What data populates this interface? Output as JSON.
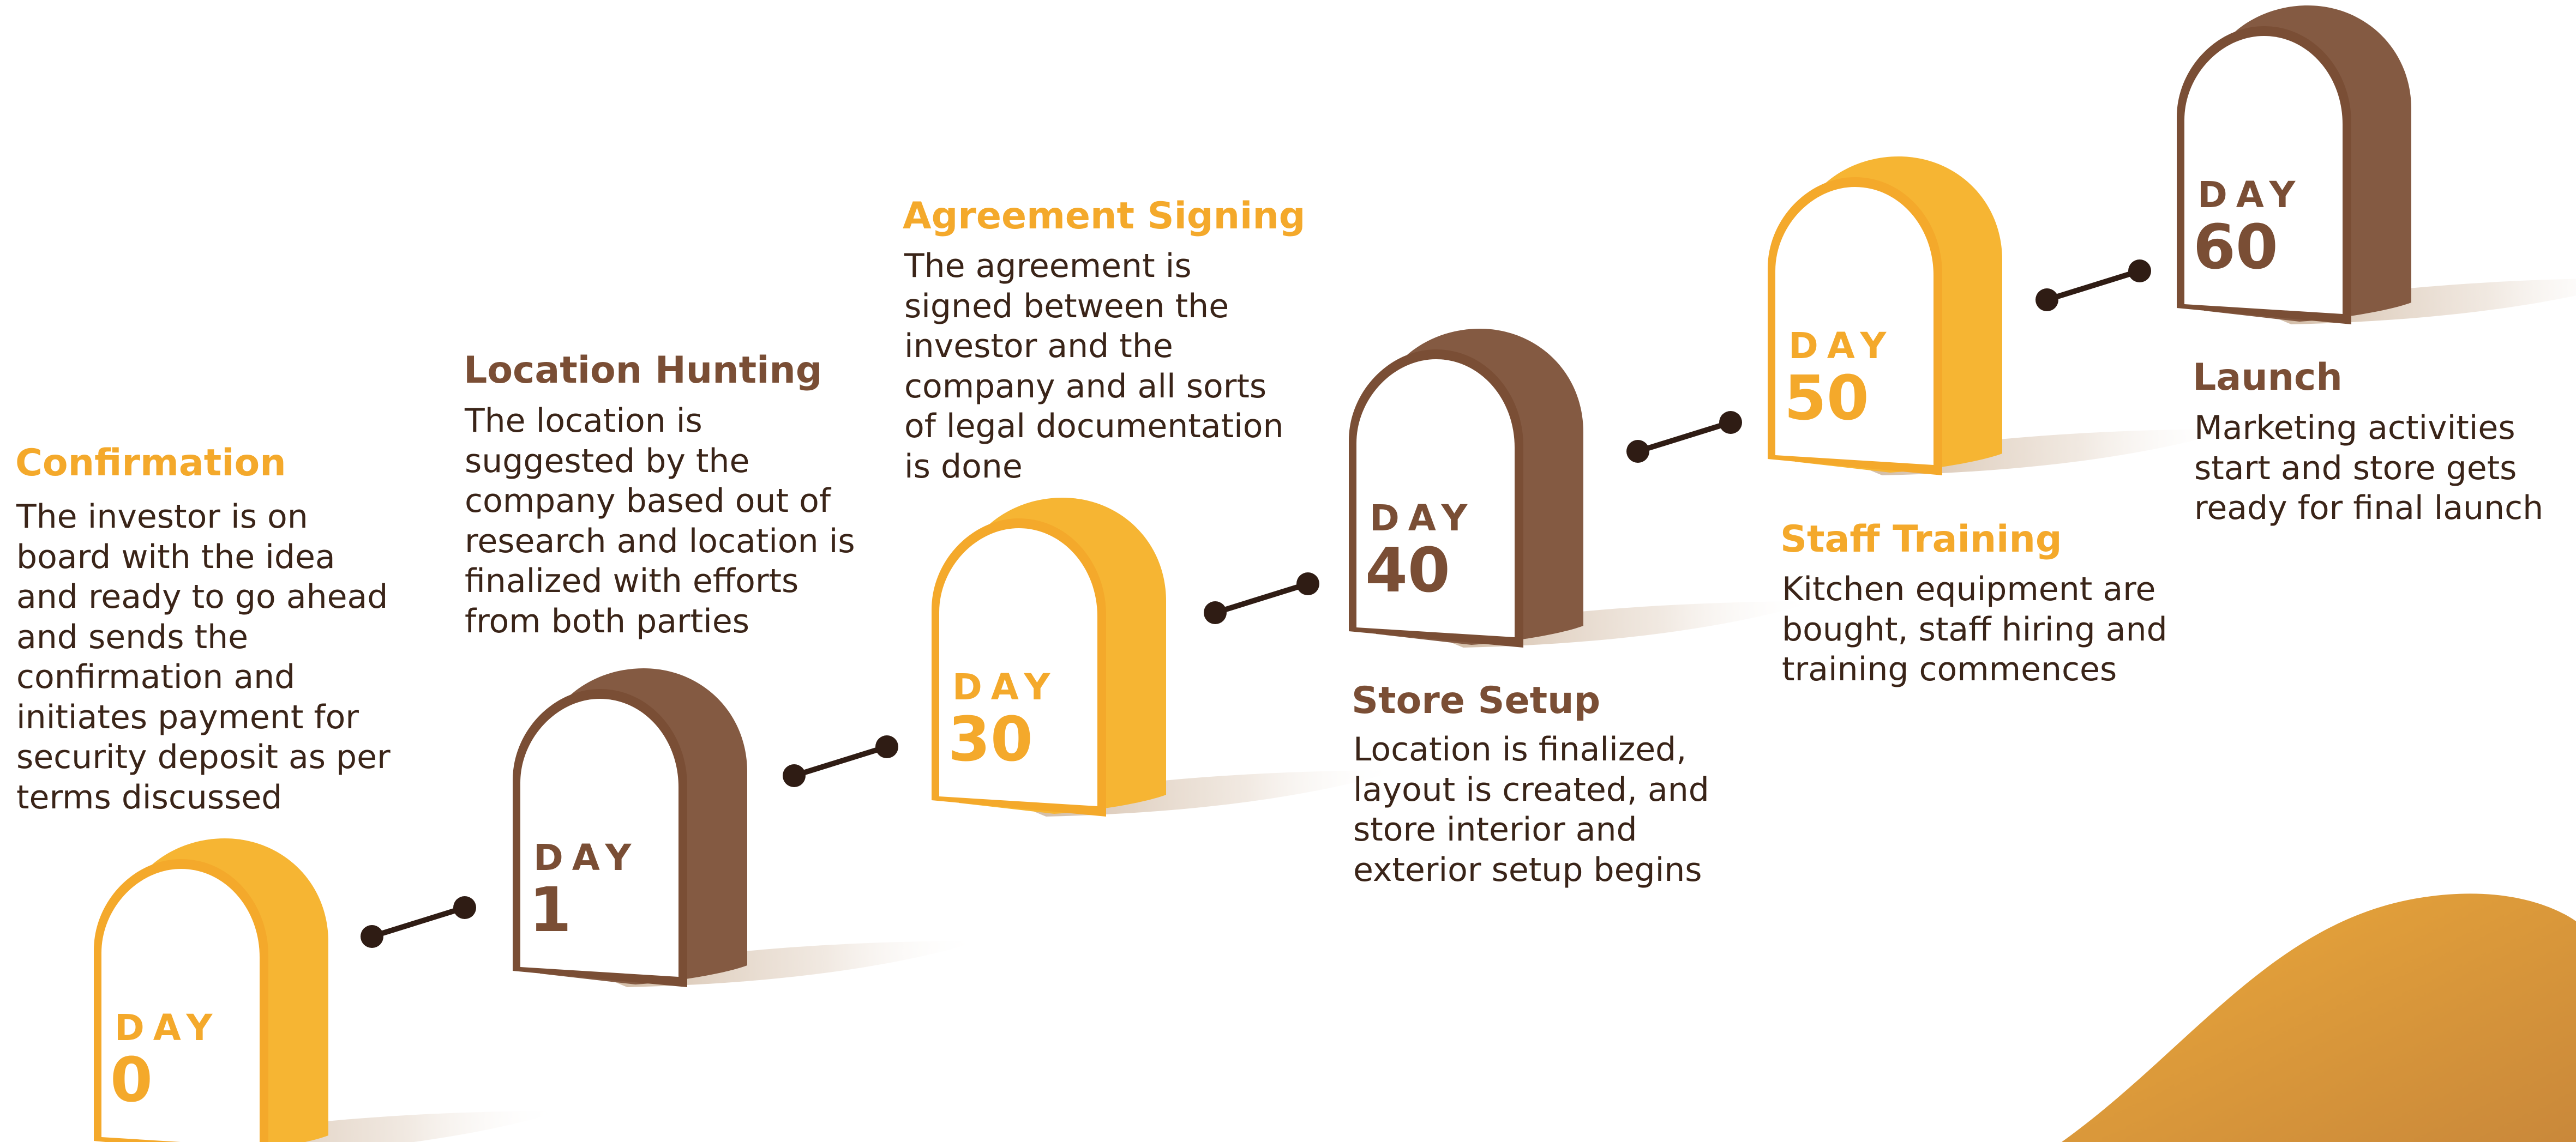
{
  "steps": [
    {
      "title": "Confirmation",
      "day_word": "DAY",
      "day_number": "0",
      "color": "yellow",
      "description": [
        "The investor is on",
        "board with the idea",
        "and ready to go ahead",
        "and sends the",
        "confirmation and",
        "initiates payment for",
        "security deposit as per",
        "terms discussed"
      ]
    },
    {
      "title": "Location Hunting",
      "day_word": "DAY",
      "day_number": "1",
      "color": "brown",
      "description": [
        "The location is",
        "suggested by the",
        "company based out of",
        "research and location is",
        "finalized with efforts",
        "from both parties"
      ]
    },
    {
      "title": "Agreement Signing",
      "day_word": "DAY",
      "day_number": "30",
      "color": "yellow",
      "description": [
        "The agreement is",
        "signed between the",
        "investor and the",
        "company and all sorts",
        "of legal documentation",
        "is done"
      ]
    },
    {
      "title": "Store Setup",
      "day_word": "DAY",
      "day_number": "40",
      "color": "brown",
      "description": [
        "Location is finalized,",
        "layout is created, and",
        "store interior and",
        "exterior setup begins"
      ]
    },
    {
      "title": "Staff Training",
      "day_word": "DAY",
      "day_number": "50",
      "color": "yellow",
      "description": [
        "Kitchen equipment are",
        "bought, staff hiring and",
        "training commences"
      ]
    },
    {
      "title": "Launch",
      "day_word": "DAY",
      "day_number": "60",
      "color": "brown",
      "description": [
        "Marketing activities",
        "start and store gets",
        "ready for final launch"
      ]
    }
  ],
  "colors": {
    "yellow": "#f4a92b",
    "yellow_side": "#f6b533",
    "brown": "#7a4e35",
    "brown_side": "#845a42",
    "connector": "#2f1c14",
    "wave_start": "#e9a738",
    "wave_end": "#c9883a",
    "shadow": "#a67c52"
  }
}
